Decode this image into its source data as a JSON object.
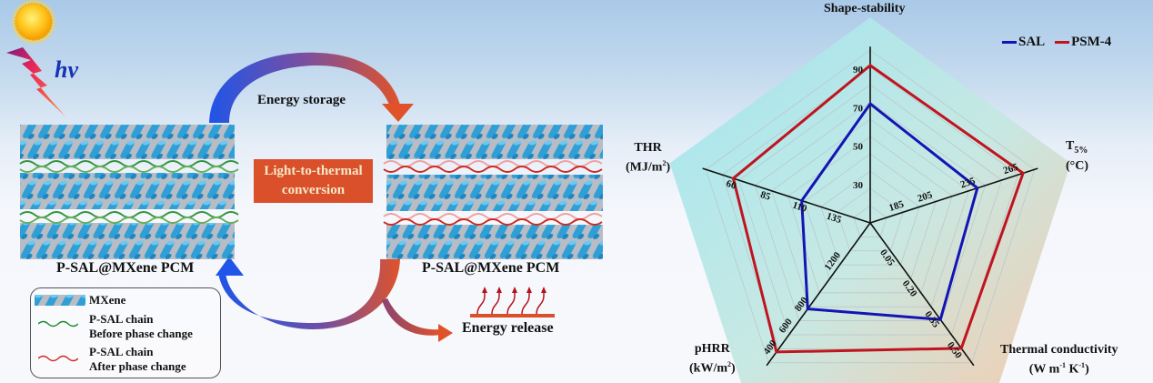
{
  "scheme": {
    "photon_label": "hv",
    "energy_storage_label": "Energy storage",
    "conversion_label_line1": "Light-to-thermal",
    "conversion_label_line2": "conversion",
    "left_material_label": "P-SAL@MXene PCM",
    "right_material_label": "P-SAL@MXene PCM",
    "energy_release_label": "Energy release",
    "legend": [
      {
        "icon": "mxene-icon",
        "line1": "MXene",
        "line2": ""
      },
      {
        "icon": "green-wave-icon",
        "line1": "P-SAL chain",
        "line2": "Before phase change"
      },
      {
        "icon": "red-wave-icon",
        "line1": "P-SAL chain",
        "line2": "After phase change"
      }
    ],
    "colors": {
      "mxene": "#2f9fd6",
      "before_chain": "#1e8a2a",
      "after_chain": "#cc2b22",
      "arrow_blue": "#1f4fe0",
      "arrow_orange": "#e0532a",
      "conversion_box": "#d9502a",
      "hv_text": "#1533b5"
    }
  },
  "chart_data": {
    "type": "radar",
    "title": "",
    "legend_position": "top-right",
    "series": [
      {
        "name": "SAL",
        "color": "#1414b4",
        "values": [
          72,
          240,
          0.37,
          800,
          110
        ]
      },
      {
        "name": "PSM-4",
        "color": "#c0141e",
        "values": [
          92,
          272,
          0.51,
          400,
          60
        ]
      }
    ],
    "axes": [
      {
        "name": "Shape-stability",
        "unit": "",
        "ticks": [
          "30",
          "50",
          "70",
          "90"
        ],
        "range": [
          10,
          100
        ]
      },
      {
        "name": "T5%",
        "unit": "(°C)",
        "ticks": [
          "185",
          "205",
          "235",
          "265"
        ],
        "range": [
          165,
          280
        ]
      },
      {
        "name": "Thermal conductivity",
        "unit": "(W m-1 K-1)",
        "ticks": [
          "0.05",
          "0.20",
          "0.35",
          "0.50"
        ],
        "range": [
          -0.1,
          0.58
        ]
      },
      {
        "name": "pHRR",
        "unit": "(kW/m2)",
        "ticks": [
          "1200",
          "800",
          "600",
          "400"
        ],
        "range": [
          1600,
          300
        ],
        "reversed": true
      },
      {
        "name": "THR",
        "unit": "(MJ/m2)",
        "ticks": [
          "135",
          "110",
          "85",
          "60"
        ],
        "range": [
          160,
          40
        ],
        "reversed": true
      }
    ],
    "grid": true
  }
}
